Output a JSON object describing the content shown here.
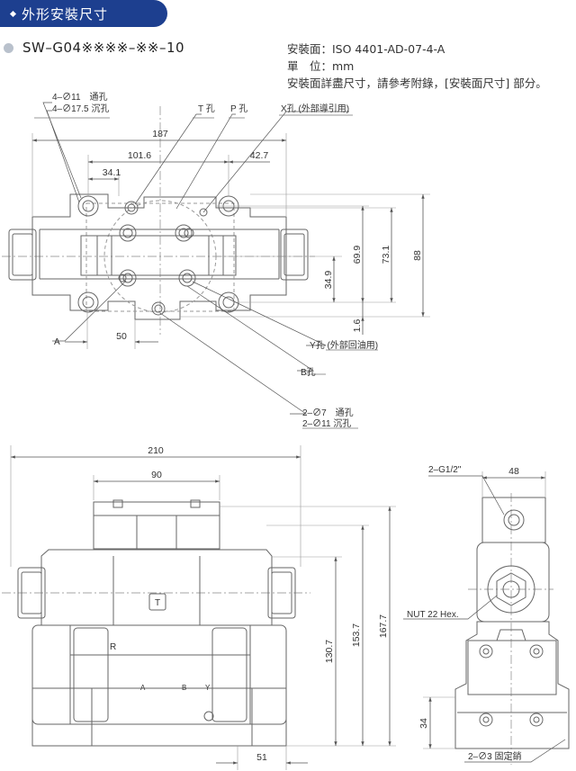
{
  "header": {
    "title": "外形安裝尺寸"
  },
  "model": {
    "code": "SW–G04※※※※–※※–10"
  },
  "info": {
    "mounting": "安裝面：ISO 4401-AD-07-4-A",
    "unit": "單　位：mm",
    "note": "安裝面詳盡尺寸，請參考附錄，[安裝面尺寸] 部分。"
  },
  "top_view": {
    "callouts": {
      "bolt_through": "4–∅11　通孔",
      "bolt_counter": "4–∅17.5 沉孔",
      "t_port": "T 孔",
      "p_port": "P 孔",
      "x_port": "X孔 (外部導引用)",
      "a_port": "A",
      "y_port": "Y孔 (外部回油用)",
      "b_port": "B孔",
      "pin_through": "2–∅7　通孔",
      "pin_counter": "2–∅11 沉孔"
    },
    "dims": {
      "overall_length": "187",
      "span_1016": "101.6",
      "span_341": "34.1",
      "span_427": "42.7",
      "span_50": "50",
      "h_349": "34.9",
      "h_699": "69.9",
      "h_731": "73.1",
      "h_88": "88",
      "h_16": "1.6"
    }
  },
  "front_view": {
    "dims": {
      "overall_length": "210",
      "pilot_width": "90",
      "h_1307": "130.7",
      "h_1537": "153.7",
      "h_1677": "167.7",
      "offset_51": "51"
    },
    "labels": {
      "t_mark": "T",
      "r_mark": "R",
      "a_mark": "A",
      "b_mark": "B",
      "y_mark": "Y"
    }
  },
  "side_view": {
    "dims": {
      "width_48": "48",
      "h_34": "34"
    },
    "callouts": {
      "gauge_port": "2–G1/2\"",
      "nut": "NUT 22 Hex.",
      "dowel": "2–∅3 固定銷"
    }
  }
}
